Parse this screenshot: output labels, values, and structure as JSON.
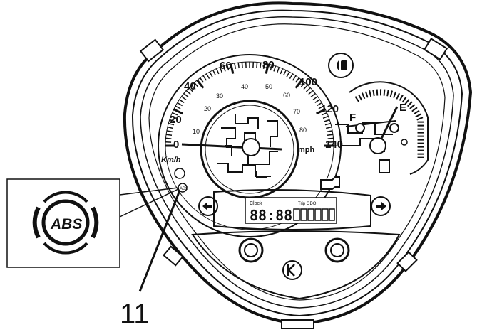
{
  "speedometer": {
    "kmh_ticks": [
      "0",
      "20",
      "40",
      "60",
      "80",
      "100",
      "120",
      "140"
    ],
    "mph_ticks": [
      "10",
      "20",
      "30",
      "40",
      "50",
      "60",
      "70",
      "80"
    ],
    "kmh_unit": "Km/h",
    "mph_unit": "mph"
  },
  "fuel_gauge": {
    "full_label": "F",
    "empty_label": "E"
  },
  "lcd": {
    "clock_label": "Clock",
    "odo_label": "Trip ODO",
    "digits": "88:88"
  },
  "callout": {
    "number": "11",
    "icon_text": "ABS"
  },
  "colors": {
    "line": "#111111",
    "background": "#ffffff"
  }
}
